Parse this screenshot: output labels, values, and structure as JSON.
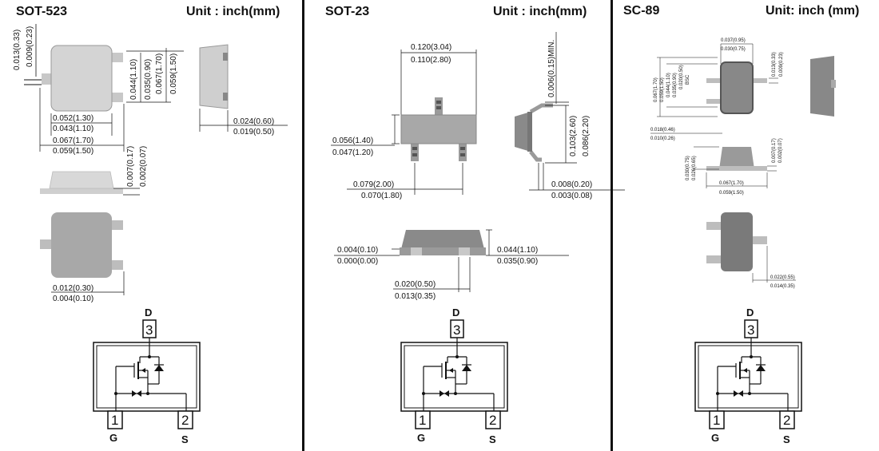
{
  "panels": [
    {
      "package": "SOT-523",
      "unit": "Unit : inch(mm)",
      "dims": {
        "d1": "0.013(0.33)",
        "d2": "0.009(0.23)",
        "d3": "0.044(1.10)",
        "d4": "0.035(0.90)",
        "d5": "0.067(1.70)",
        "d6": "0.059(1.50)",
        "d7": "0.052(1.30)",
        "d8": "0.043(1.10)",
        "d9": "0.067(1.70)",
        "d10": "0.059(1.50)",
        "d11": "0.024(0.60)",
        "d12": "0.019(0.50)",
        "d13": "0.007(0.17)",
        "d14": "0.002(0.07)",
        "d15": "0.012(0.30)",
        "d16": "0.004(0.10)"
      },
      "schematic": {
        "pin3": "3",
        "pin1": "1",
        "pin2": "2",
        "d": "D",
        "g": "G",
        "s": "S"
      }
    },
    {
      "package": "SOT-23",
      "unit": "Unit : inch(mm)",
      "dims": {
        "d1": "0.120(3.04)",
        "d2": "0.110(2.80)",
        "d3": "0.006(0.15)MIN.",
        "d4": "0.103(2.60)",
        "d5": "0.086(2.20)",
        "d6": "0.056(1.40)",
        "d7": "0.047(1.20)",
        "d8": "0.079(2.00)",
        "d9": "0.070(1.80)",
        "d10": "0.008(0.20)",
        "d11": "0.003(0.08)",
        "d12": "0.004(0.10)",
        "d13": "0.000(0.00)",
        "d14": "0.044(1.10)",
        "d15": "0.035(0.90)",
        "d16": "0.020(0.50)",
        "d17": "0.013(0.35)"
      },
      "schematic": {
        "pin3": "3",
        "pin1": "1",
        "pin2": "2",
        "d": "D",
        "g": "G",
        "s": "S"
      }
    },
    {
      "package": "SC-89",
      "unit": "Unit: inch (mm)",
      "dims": {
        "d1": "0.037(0.95)",
        "d2": "0.030(0.75)",
        "d3": "0.013(0.33)",
        "d4": "0.009(0.23)",
        "d5": "0.067(1.70)",
        "d6": "0.059(1.50)",
        "d7": "0.044(1.10)",
        "d8": "0.035(0.90)",
        "d9": "0.020(0.50)",
        "d10": "BSC",
        "d11": "0.018(0.46)",
        "d12": "0.010(0.26)",
        "d13": "0.030(0.75)",
        "d14": "0.026(0.65)",
        "d15": "0.007(0.17)",
        "d16": "0.002(0.07)",
        "d17": "0.067(1.70)",
        "d18": "0.059(1.50)",
        "d19": "0.022(0.55)",
        "d20": "0.014(0.35)"
      },
      "schematic": {
        "pin3": "3",
        "pin1": "1",
        "pin2": "2",
        "d": "D",
        "g": "G",
        "s": "S"
      }
    }
  ],
  "colors": {
    "body_light": "#cfcfcf",
    "body_dark": "#7a7a7a",
    "body_mid": "#a6a6a6",
    "lead": "#bdbdbd",
    "line": "#111111"
  }
}
